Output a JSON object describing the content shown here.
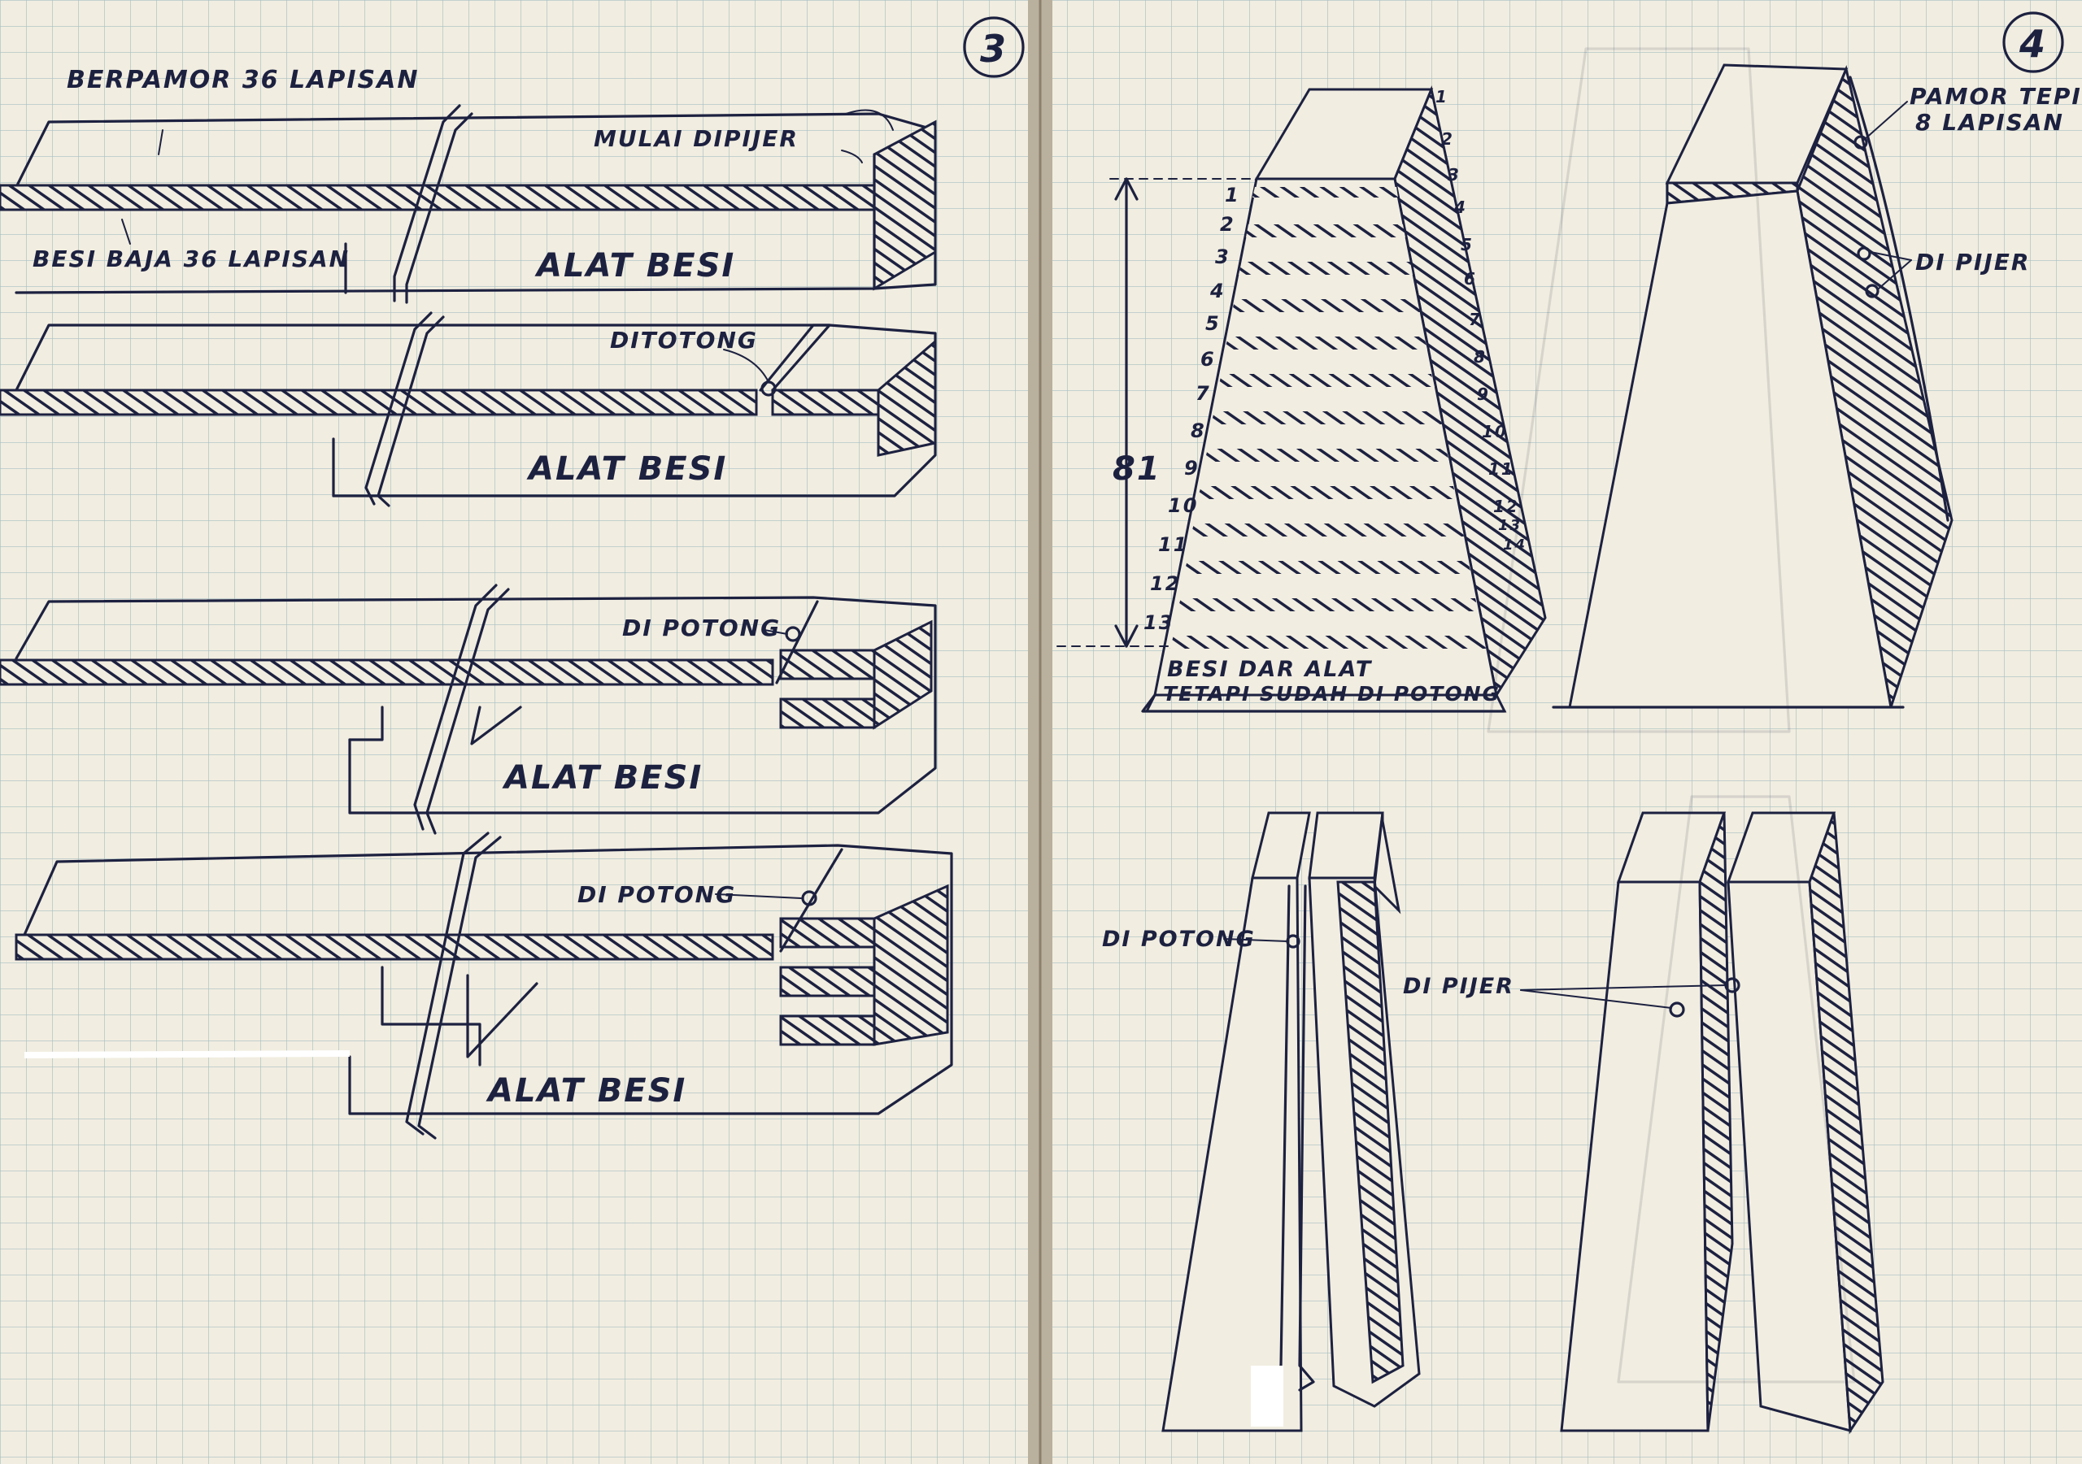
{
  "page_numbers": {
    "left": "3",
    "right": "4"
  },
  "left_page": {
    "stage1": {
      "top_label": "BERPAMOR 36 LAPISAN",
      "bottom_label": "BESI BAJA 36 LAPISAN",
      "heat_label": "MULAI DIPIJER",
      "tool_label": "ALAT BESI"
    },
    "stage2": {
      "cut_label": "DITOTONG",
      "tool_label": "ALAT BESI"
    },
    "stage3": {
      "cut_label": "DI POTONG",
      "tool_label": "ALAT BESI"
    },
    "stage4": {
      "cut_label": "DI POTONG",
      "tool_label": "ALAT BESI"
    }
  },
  "right_page": {
    "stack": {
      "dimension_label": "81",
      "inner_numbers": [
        "1",
        "2",
        "3",
        "4",
        "5",
        "6",
        "7",
        "8",
        "9",
        "10",
        "11",
        "12",
        "13"
      ],
      "outer_numbers": [
        "1",
        "2",
        "3",
        "4",
        "5",
        "6",
        "7",
        "8",
        "9",
        "10",
        "11",
        "12",
        "13",
        "14"
      ],
      "caption_line1": "BESI DAR ALAT",
      "caption_line2": "TETAPI SUDAH DI POTONG"
    },
    "edge_block": {
      "label_line1": "PAMOR TEPI",
      "label_line2": "8 LAPISAN",
      "heat_label": "DI PIJER"
    },
    "split_block": {
      "cut_label": "DI POTONG"
    },
    "twin_block": {
      "heat_label": "DI PIJER"
    }
  },
  "colors": {
    "paper": "#f1ede0",
    "grid": "#8fb0b8",
    "ink": "#1d2140"
  }
}
